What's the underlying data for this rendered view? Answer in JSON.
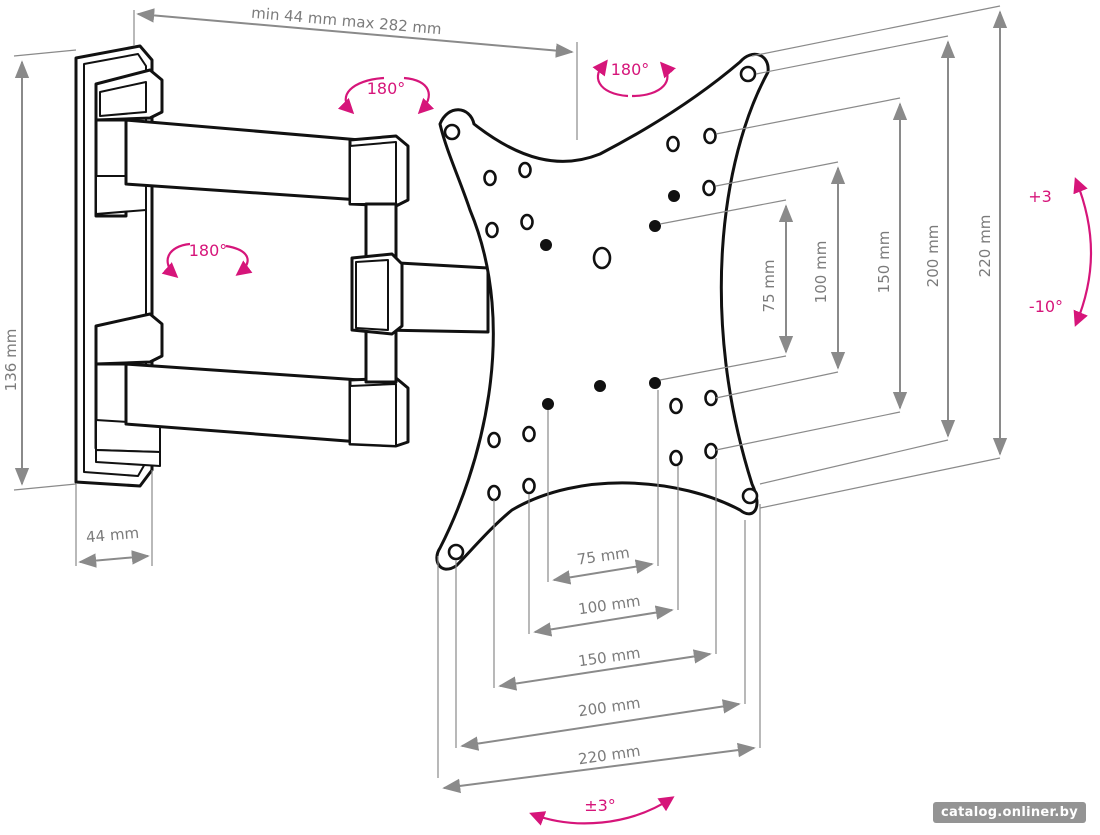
{
  "dimensions": {
    "arm_extension": "min 44 mm max 282 mm",
    "wall_plate_height": "136 mm",
    "wall_plate_depth": "44 mm",
    "vertical": [
      "75 mm",
      "100 mm",
      "150 mm",
      "200 mm",
      "220 mm"
    ],
    "horizontal": [
      "75 mm",
      "100 mm",
      "150 mm",
      "200 mm",
      "220 mm"
    ]
  },
  "rotations": {
    "arm_top": "180°",
    "arm_middle": "180°",
    "plate_top": "180°",
    "tilt_up": "+3",
    "tilt_down": "-10°",
    "swivel": "±3°"
  },
  "watermark": "catalog.onliner.by",
  "colors": {
    "outline": "#111111",
    "dimension": "#8a8a8a",
    "accent": "#d6157a"
  }
}
